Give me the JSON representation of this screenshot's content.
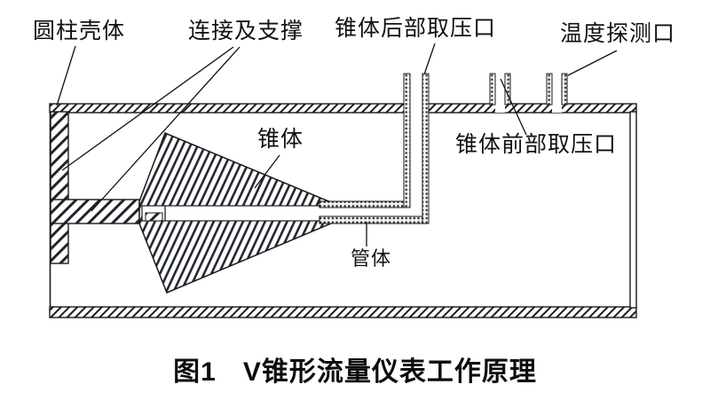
{
  "figure": {
    "labels": {
      "cylindrical_shell": "圆柱壳体",
      "connection_support": "连接及支撑",
      "cone_rear_pressure_tap": "锥体后部取压口",
      "temperature_probe_port": "温度探测口",
      "cone": "锥体",
      "cone_front_pressure_tap": "锥体前部取压口",
      "tube_body": "管体"
    },
    "caption": {
      "figure_number": "图1",
      "title": "V锥形流量仪表工作原理"
    },
    "colors": {
      "line_color": "#1a1a1a",
      "background": "#ffffff"
    }
  }
}
